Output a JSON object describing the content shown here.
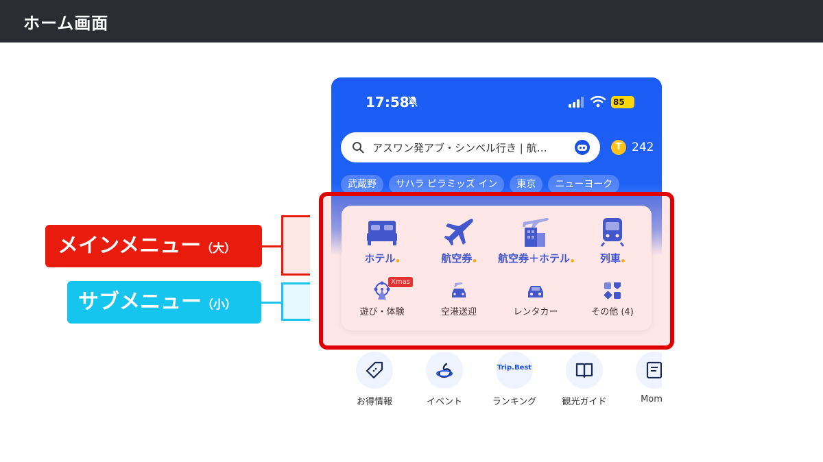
{
  "header": {
    "title": "ホーム画面"
  },
  "status_bar": {
    "time": "17:58",
    "battery": "85"
  },
  "search": {
    "text": "アスワン発アブ・シンベル行き | 航…"
  },
  "coins": {
    "count": "242",
    "icon_letter": "T"
  },
  "chips": [
    "武蔵野",
    "サハラ ピラミッズ イン",
    "東京",
    "ニューヨーク"
  ],
  "main_menu": [
    {
      "label": "ホテル",
      "icon": "bed-icon"
    },
    {
      "label": "航空券",
      "icon": "airplane-icon"
    },
    {
      "label": "航空券＋ホテル",
      "icon": "flight-hotel-icon"
    },
    {
      "label": "列車",
      "icon": "train-icon"
    }
  ],
  "sub_menu": [
    {
      "label": "遊び・体験",
      "icon": "ferris-wheel-icon",
      "badge": "Xmas"
    },
    {
      "label": "空港送迎",
      "icon": "airport-car-icon"
    },
    {
      "label": "レンタカー",
      "icon": "car-icon"
    },
    {
      "label": "その他 (4)",
      "icon": "grid-icon"
    }
  ],
  "bottom_menu": [
    {
      "label": "お得情報",
      "icon": "tag-icon"
    },
    {
      "label": "イベント",
      "icon": "event-icon"
    },
    {
      "label": "ランキング",
      "icon": "trip-best-logo",
      "logo_text": "Trip.Best"
    },
    {
      "label": "観光ガイド",
      "icon": "book-icon"
    },
    {
      "label": "Mome",
      "icon": "moments-icon"
    }
  ],
  "annotations": {
    "main_label": "メインメニュー",
    "main_suffix": "（大）",
    "sub_label": "サブメニュー",
    "sub_suffix": "（小）",
    "main_color": "#e81b0c",
    "sub_color": "#16c5ee"
  },
  "colors": {
    "brand_blue": "#1a5cf5",
    "header_bg": "#2b2d33"
  }
}
